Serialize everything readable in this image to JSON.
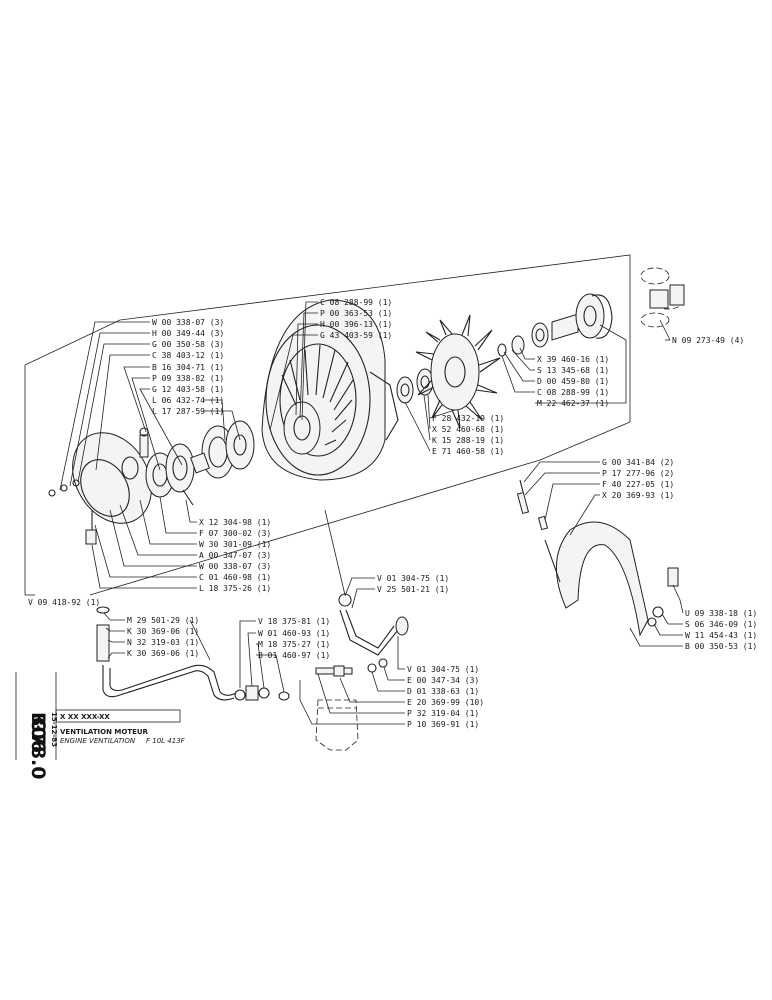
{
  "sheet": {
    "code_b": "B06",
    "code_g": "G78.0",
    "date": "15-12-83",
    "ref": "X XX XXX-XX",
    "title_fr": "VENTILATION MOTEUR",
    "title_en": "ENGINE VENTILATION",
    "model": "F 10L 413F"
  },
  "callouts": [
    {
      "text": "W 00 338-07 (3)"
    },
    {
      "text": "H 00 349-44 (3)"
    },
    {
      "text": "G 00 350-58 (3)"
    },
    {
      "text": "C 38 403-12 (1)"
    },
    {
      "text": "B 16 304-71 (1)"
    },
    {
      "text": "P 09 338-82 (1)"
    },
    {
      "text": "G 12 403-58 (1)"
    },
    {
      "text": "L 06 432-74 (1)"
    },
    {
      "text": "L 17 287-59 (1)"
    },
    {
      "text": "C 08 288-99 (1)"
    },
    {
      "text": "P 00 363-53 (1)"
    },
    {
      "text": "H 00 396-13 (1)"
    },
    {
      "text": "G 43 403-59 (1)"
    },
    {
      "text": "N 09 273-49 (4)"
    },
    {
      "text": "X 39 460-16 (1)"
    },
    {
      "text": "S 13 345-68 (1)"
    },
    {
      "text": "D 00 459-80 (1)"
    },
    {
      "text": "C 08 288-99 (1)"
    },
    {
      "text": "M 22 462-37 (1)"
    },
    {
      "text": "F 28 432-19 (1)"
    },
    {
      "text": "X 52 460-68 (1)"
    },
    {
      "text": "K 15 288-19 (1)"
    },
    {
      "text": "E 71 460-58 (1)"
    },
    {
      "text": "G 00 341-84 (2)"
    },
    {
      "text": "P 17 277-96 (2)"
    },
    {
      "text": "F 40 227-05 (1)"
    },
    {
      "text": "X 20 369-93 (1)"
    },
    {
      "text": "X 12 304-98 (1)"
    },
    {
      "text": "F 07 300-02 (3)"
    },
    {
      "text": "W 30 301-09 (1)"
    },
    {
      "text": "A 00 347-07 (3)"
    },
    {
      "text": "W 00 338-07 (3)"
    },
    {
      "text": "C 01 460-98 (1)"
    },
    {
      "text": "L 18 375-26 (1)"
    },
    {
      "text": "V 09 418-92 (1)"
    },
    {
      "text": "V 01 304-75 (1)"
    },
    {
      "text": "V 25 501-21 (1)"
    },
    {
      "text": "U 09 338-18 (1)"
    },
    {
      "text": "S 06 346-09 (1)"
    },
    {
      "text": "W 11 454-43 (1)"
    },
    {
      "text": "B 00 350-53 (1)"
    },
    {
      "text": "M 29 501-29 (1)"
    },
    {
      "text": "K 30 369-06 (1)"
    },
    {
      "text": "N 32 319-03 (1)"
    },
    {
      "text": "K 30 369-06 (1)"
    },
    {
      "text": "V 18 375-81 (1)"
    },
    {
      "text": "W 01 460-93 (1)"
    },
    {
      "text": "M 18 375-27 (1)"
    },
    {
      "text": "B 01 460-97 (1)"
    },
    {
      "text": "V 01 304-75 (1)"
    },
    {
      "text": "E 00 347-34 (3)"
    },
    {
      "text": "D 01 338-63 (1)"
    },
    {
      "text": "E 20 369-99 (10)"
    },
    {
      "text": "P 32 319-04 (1)"
    },
    {
      "text": "P 10 369-91 (1)"
    }
  ]
}
